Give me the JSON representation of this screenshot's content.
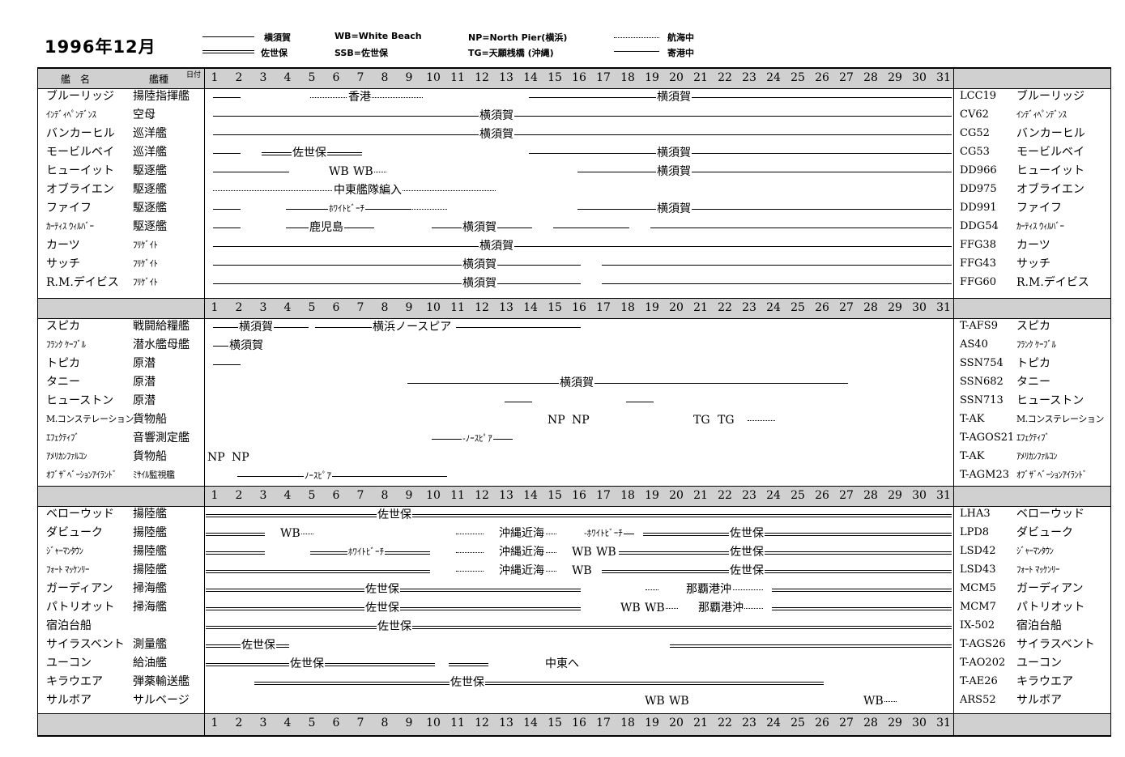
{
  "title": "1996年12月",
  "legend": [
    {
      "text": "横須賀",
      "style": "solid"
    },
    {
      "text": "佐世保",
      "style": "double"
    },
    {
      "text": "WB=White Beach",
      "style": "none"
    },
    {
      "text": "SSB=佐世保",
      "style": "none"
    },
    {
      "text": "NP=North Pier(横浜)",
      "style": "none"
    },
    {
      "text": "TG=天願桟橋 (沖縄)",
      "style": "none"
    },
    {
      "text": "航海中",
      "style": "dotted"
    },
    {
      "text": "寄港中",
      "style": "solid"
    }
  ],
  "header": {
    "name": "艦　名",
    "type": "艦種",
    "day": "日付"
  },
  "days": [
    "1",
    "2",
    "3",
    "4",
    "5",
    "6",
    "7",
    "8",
    "9",
    "10",
    "11",
    "12",
    "13",
    "14",
    "15",
    "16",
    "17",
    "18",
    "19",
    "20",
    "21",
    "22",
    "23",
    "24",
    "25",
    "26",
    "27",
    "28",
    "29",
    "30",
    "31"
  ],
  "groups": [
    {
      "rows": [
        {
          "name": "ブルーリッジ",
          "type": "揚陸指揮艦",
          "hull": "LCC19",
          "rname": "ブルーリッジ",
          "segs": [
            {
              "a": 1,
              "b": 2,
              "s": "solid"
            },
            {
              "a": 5,
              "b": 9.5,
              "s": "dotted"
            },
            {
              "a": 14,
              "b": 31.5,
              "s": "solid"
            }
          ],
          "labels": [
            {
              "t": "香港",
              "d": 6.8
            },
            {
              "t": "横須賀",
              "d": 19.5
            }
          ]
        },
        {
          "name": "ｲﾝﾃﾞｨﾍﾟﾝﾃﾞﾝｽ",
          "type": "空母",
          "hull": "CV62",
          "rname": "ｲﾝﾃﾞｨﾍﾟﾝﾃﾞﾝｽ",
          "small": true,
          "segs": [
            {
              "a": 1,
              "b": 31.5,
              "s": "solid"
            }
          ],
          "labels": [
            {
              "t": "横須賀",
              "d": 12.2
            }
          ]
        },
        {
          "name": "バンカーヒル",
          "type": "巡洋艦",
          "hull": "CG52",
          "rname": "バンカーヒル",
          "segs": [
            {
              "a": 1,
              "b": 31.5,
              "s": "solid"
            }
          ],
          "labels": [
            {
              "t": "横須賀",
              "d": 12.2
            }
          ]
        },
        {
          "name": "モービルベイ",
          "type": "巡洋艦",
          "hull": "CG53",
          "rname": "モービルベイ",
          "segs": [
            {
              "a": 1,
              "b": 2,
              "s": "solid"
            },
            {
              "a": 3,
              "b": 7,
              "s": "double"
            },
            {
              "a": 14,
              "b": 31.5,
              "s": "solid"
            }
          ],
          "labels": [
            {
              "t": "佐世保",
              "d": 4.5
            },
            {
              "t": "横須賀",
              "d": 19.5
            }
          ]
        },
        {
          "name": "ヒューイット",
          "type": "駆逐艦",
          "hull": "DD966",
          "rname": "ヒューイット",
          "segs": [
            {
              "a": 1,
              "b": 4,
              "s": "solid"
            },
            {
              "a": 7.5,
              "b": 8,
              "s": "dotted"
            },
            {
              "a": 16,
              "b": 31.5,
              "s": "solid"
            }
          ],
          "labels": [
            {
              "t": "WB",
              "d": 6
            },
            {
              "t": "WB",
              "d": 7
            },
            {
              "t": "横須賀",
              "d": 19.5
            }
          ]
        },
        {
          "name": "オブライエン",
          "type": "駆逐艦",
          "hull": "DD975",
          "rname": "オブライエン",
          "segs": [
            {
              "a": 1,
              "b": 12.5,
              "s": "dotted"
            }
          ],
          "labels": [
            {
              "t": "中東艦隊編入",
              "d": 6.2
            }
          ]
        },
        {
          "name": "ファイフ",
          "type": "駆逐艦",
          "hull": "DD991",
          "rname": "ファイフ",
          "segs": [
            {
              "a": 1,
              "b": 2,
              "s": "solid"
            },
            {
              "a": 4,
              "b": 9,
              "s": "solid"
            },
            {
              "a": 9,
              "b": 10.5,
              "s": "dotted"
            },
            {
              "a": 16,
              "b": 31.5,
              "s": "solid"
            }
          ],
          "labels": [
            {
              "t": "ﾎﾜｲﾄﾋﾞｰﾁ",
              "d": 6,
              "sm": true
            },
            {
              "t": "横須賀",
              "d": 19.5
            }
          ]
        },
        {
          "name": "ｶｰﾃｨｽ ｳｨﾙﾊﾞｰ",
          "type": "駆逐艦",
          "hull": "DDG54",
          "rname": "ｶｰﾃｨｽ ｳｨﾙﾊﾞｰ",
          "small": true,
          "segs": [
            {
              "a": 1,
              "b": 2,
              "s": "solid"
            },
            {
              "a": 4,
              "b": 7.5,
              "s": "solid"
            },
            {
              "a": 10,
              "b": 14,
              "s": "solid"
            },
            {
              "a": 15,
              "b": 18,
              "s": "solid"
            },
            {
              "a": 19,
              "b": 31.5,
              "s": "solid"
            }
          ],
          "labels": [
            {
              "t": "鹿児島",
              "d": 5.2
            },
            {
              "t": "横須賀",
              "d": 11.5
            }
          ]
        },
        {
          "name": "カーツ",
          "type": "ﾌﾘｹﾞｲﾄ",
          "hull": "FFG38",
          "rname": "カーツ",
          "tsmall": true,
          "segs": [
            {
              "a": 1,
              "b": 31.5,
              "s": "solid"
            }
          ],
          "labels": [
            {
              "t": "横須賀",
              "d": 12.2
            }
          ]
        },
        {
          "name": "サッチ",
          "type": "ﾌﾘｹﾞｲﾄ",
          "hull": "FFG43",
          "rname": "サッチ",
          "tsmall": true,
          "segs": [
            {
              "a": 1,
              "b": 16,
              "s": "solid"
            },
            {
              "a": 17,
              "b": 31.5,
              "s": "solid"
            }
          ],
          "labels": [
            {
              "t": "横須賀",
              "d": 11.5
            }
          ]
        },
        {
          "name": "R.M.デイビス",
          "type": "ﾌﾘｹﾞｲﾄ",
          "hull": "FFG60",
          "rname": "R.M.デイビス",
          "tsmall": true,
          "segs": [
            {
              "a": 1,
              "b": 16,
              "s": "solid"
            },
            {
              "a": 17,
              "b": 31.5,
              "s": "solid"
            }
          ],
          "labels": [
            {
              "t": "横須賀",
              "d": 11.5
            }
          ]
        }
      ]
    },
    {
      "rows": [
        {
          "name": "スピカ",
          "type": "戦闘給糧艦",
          "hull": "T-AFS9",
          "rname": "スピカ",
          "segs": [
            {
              "a": 1,
              "b": 4.8,
              "s": "solid"
            },
            {
              "a": 5.2,
              "b": 10.5,
              "s": "solid"
            },
            {
              "a": 11,
              "b": 16,
              "s": "solid"
            }
          ],
          "labels": [
            {
              "t": "横須賀",
              "d": 2.3
            },
            {
              "t": "横浜ノースピア",
              "d": 7.8
            }
          ]
        },
        {
          "name": "ﾌﾗﾝｸ ｹｰﾌﾞﾙ",
          "type": "潜水艦母艦",
          "hull": "AS40",
          "rname": "ﾌﾗﾝｸ ｹｰﾌﾞﾙ",
          "small": true,
          "segs": [
            {
              "a": 1,
              "b": 2.8,
              "s": "solid"
            }
          ],
          "labels": [
            {
              "t": "横須賀",
              "d": 1.9
            }
          ]
        },
        {
          "name": "トピカ",
          "type": "原潜",
          "hull": "SSN754",
          "rname": "トピカ",
          "segs": [
            {
              "a": 1,
              "b": 2,
              "s": "solid"
            }
          ],
          "labels": []
        },
        {
          "name": "タニー",
          "type": "原潜",
          "hull": "SSN682",
          "rname": "タニー",
          "segs": [
            {
              "a": 9,
              "b": 27,
              "s": "solid"
            }
          ],
          "labels": [
            {
              "t": "横須賀",
              "d": 15.5
            }
          ]
        },
        {
          "name": "ヒューストン",
          "type": "原潜",
          "hull": "SSN713",
          "rname": "ヒューストン",
          "segs": [
            {
              "a": 13,
              "b": 14,
              "s": "solid"
            },
            {
              "a": 18,
              "b": 19,
              "s": "solid"
            }
          ],
          "labels": []
        },
        {
          "name": "M.コンステレーション",
          "type": "貨物船",
          "hull": "T-AK",
          "rname": "M.コンステレーション",
          "small": true,
          "segs": [
            {
              "a": 23,
              "b": 24,
              "s": "dotted"
            }
          ],
          "labels": [
            {
              "t": "NP",
              "d": 15
            },
            {
              "t": "NP",
              "d": 16
            },
            {
              "t": "TG",
              "d": 21
            },
            {
              "t": "TG",
              "d": 22
            }
          ]
        },
        {
          "name": "ｴﾌｪｸﾃｨﾌﾞ",
          "type": "音響測定艦",
          "hull": "T-AGOS21",
          "rname": "ｴﾌｪｸﾃｨﾌﾞ",
          "small": true,
          "segs": [
            {
              "a": 10,
              "b": 12,
              "s": "solid"
            },
            {
              "a": 12.5,
              "b": 13.2,
              "s": "solid"
            }
          ],
          "labels": [
            {
              "t": "-ﾉｰｽﾋﾟｱ",
              "d": 11.5,
              "sm": true
            }
          ]
        },
        {
          "name": "ｱﾒﾘｶﾝﾌｧﾙｺﾝ",
          "type": "貨物船",
          "hull": "T-AK",
          "rname": "ｱﾒﾘｶﾝﾌｧﾙｺﾝ",
          "small": true,
          "segs": [],
          "labels": [
            {
              "t": "NP",
              "d": 1
            },
            {
              "t": "NP",
              "d": 2
            }
          ]
        },
        {
          "name": "ｵﾌﾞｻﾞﾍﾞｰｼｮﾝｱｲﾗﾝﾄﾞ",
          "type": "ﾐｻｲﾙ監視艦",
          "hull": "T-AGM23",
          "rname": "ｵﾌﾞｻﾞﾍﾞｰｼｮﾝｱｲﾗﾝﾄﾞ",
          "small": true,
          "tsmall": true,
          "segs": [
            {
              "a": 2,
              "b": 10.5,
              "s": "solid"
            }
          ],
          "labels": [
            {
              "t": "ﾉｰｽﾋﾟｱ",
              "d": 5,
              "sm": true
            }
          ]
        }
      ]
    },
    {
      "rows": [
        {
          "name": "ベローウッド",
          "type": "揚陸艦",
          "hull": "LHA3",
          "rname": "ベローウッド",
          "segs": [
            {
              "a": 0.7,
              "b": 31.5,
              "s": "double"
            }
          ],
          "labels": [
            {
              "t": "佐世保",
              "d": 8
            }
          ]
        },
        {
          "name": "ダビューク",
          "type": "揚陸艦",
          "hull": "LPD8",
          "rname": "ダビューク",
          "segs": [
            {
              "a": 0.7,
              "b": 3,
              "s": "double"
            },
            {
              "a": 4.5,
              "b": 5,
              "s": "dotted"
            },
            {
              "a": 11,
              "b": 12,
              "s": "dotted"
            },
            {
              "a": 14,
              "b": 15,
              "s": "dotted"
            },
            {
              "a": 17.8,
              "b": 18.2,
              "s": "solid"
            },
            {
              "a": 18.7,
              "b": 31.5,
              "s": "double"
            }
          ],
          "labels": [
            {
              "t": "WB",
              "d": 4
            },
            {
              "t": "沖縄近海",
              "d": 13
            },
            {
              "t": "-ﾎﾜｲﾄﾋﾞｰﾁ",
              "d": 16.5,
              "sm": true
            },
            {
              "t": "佐世保",
              "d": 22.5
            }
          ]
        },
        {
          "name": "ｼﾞｬｰﾏﾝﾀｳﾝ",
          "type": "揚陸艦",
          "hull": "LSD42",
          "rname": "ｼﾞｬｰﾏﾝﾀｳﾝ",
          "small": true,
          "segs": [
            {
              "a": 0.7,
              "b": 3,
              "s": "double"
            },
            {
              "a": 5,
              "b": 9.8,
              "s": "double"
            },
            {
              "a": 11,
              "b": 12,
              "s": "dotted"
            },
            {
              "a": 14,
              "b": 15,
              "s": "dotted"
            },
            {
              "a": 17.7,
              "b": 31.5,
              "s": "double"
            }
          ],
          "labels": [
            {
              "t": "ﾎﾜｲﾄﾋﾞｰﾁ",
              "d": 6.8,
              "sm": true
            },
            {
              "t": "沖縄近海",
              "d": 13
            },
            {
              "t": "WB",
              "d": 16
            },
            {
              "t": "WB",
              "d": 17
            },
            {
              "t": "佐世保",
              "d": 22.5
            }
          ]
        },
        {
          "name": "ﾌｫｰﾄ ﾏｯｹﾝﾘｰ",
          "type": "揚陸艦",
          "hull": "LSD43",
          "rname": "ﾌｫｰﾄ ﾏｯｹﾝﾘｰ",
          "small": true,
          "segs": [
            {
              "a": 0.7,
              "b": 9.8,
              "s": "double"
            },
            {
              "a": 11,
              "b": 12,
              "s": "dotted"
            },
            {
              "a": 14,
              "b": 15,
              "s": "dotted"
            },
            {
              "a": 17,
              "b": 31.5,
              "s": "double"
            }
          ],
          "labels": [
            {
              "t": "沖縄近海",
              "d": 13
            },
            {
              "t": "WB",
              "d": 16
            },
            {
              "t": "佐世保",
              "d": 22.5
            }
          ]
        },
        {
          "name": "ガーディアン",
          "type": "掃海艦",
          "hull": "MCM5",
          "rname": "ガーディアン",
          "segs": [
            {
              "a": 0.7,
              "b": 16,
              "s": "double"
            },
            {
              "a": 18.8,
              "b": 19.2,
              "s": "dotted"
            },
            {
              "a": 21.5,
              "b": 23.5,
              "s": "dotted"
            },
            {
              "a": 24,
              "b": 31.5,
              "s": "double"
            }
          ],
          "labels": [
            {
              "t": "佐世保",
              "d": 7.5
            },
            {
              "t": "那覇港沖",
              "d": 20.7
            }
          ]
        },
        {
          "name": "パトリオット",
          "type": "掃海艦",
          "hull": "MCM7",
          "rname": "パトリオット",
          "segs": [
            {
              "a": 0.7,
              "b": 16,
              "s": "double"
            },
            {
              "a": 19.5,
              "b": 20,
              "s": "dotted"
            },
            {
              "a": 22,
              "b": 23.5,
              "s": "dotted"
            },
            {
              "a": 24,
              "b": 31.5,
              "s": "double"
            }
          ],
          "labels": [
            {
              "t": "佐世保",
              "d": 7.5
            },
            {
              "t": "WB",
              "d": 18
            },
            {
              "t": "WB",
              "d": 19
            },
            {
              "t": "那覇港沖",
              "d": 21.2
            }
          ]
        },
        {
          "name": "宿泊台船",
          "type": "",
          "hull": "IX-502",
          "rname": "宿泊台船",
          "segs": [
            {
              "a": 0.7,
              "b": 31.5,
              "s": "double"
            }
          ],
          "labels": [
            {
              "t": "佐世保",
              "d": 8
            }
          ]
        },
        {
          "name": "サイラスベント",
          "type": "測量艦",
          "hull": "T-AGS26",
          "rname": "サイラスベント",
          "segs": [
            {
              "a": 0.7,
              "b": 4,
              "s": "double"
            },
            {
              "a": 19.8,
              "b": 31.5,
              "s": "double"
            }
          ],
          "labels": [
            {
              "t": "佐世保",
              "d": 2.4
            }
          ]
        },
        {
          "name": "ユーコン",
          "type": "給油艦",
          "hull": "T-AO202",
          "rname": "ユーコン",
          "segs": [
            {
              "a": 0.7,
              "b": 10,
              "s": "double"
            },
            {
              "a": 10.7,
              "b": 12.2,
              "s": "double"
            }
          ],
          "labels": [
            {
              "t": "佐世保",
              "d": 4.4
            },
            {
              "t": "中東へ",
              "d": 14.9
            }
          ]
        },
        {
          "name": "キラウエア",
          "type": "弾薬輸送艦",
          "hull": "T-AE26",
          "rname": "キラウエア",
          "segs": [
            {
              "a": 2.7,
              "b": 26,
              "s": "double"
            }
          ],
          "labels": [
            {
              "t": "佐世保",
              "d": 11
            }
          ]
        },
        {
          "name": "サルボア",
          "type": "サルベージ",
          "hull": "ARS52",
          "rname": "サルボア",
          "segs": [
            {
              "a": 28.5,
              "b": 29,
              "s": "dotted"
            }
          ],
          "labels": [
            {
              "t": "WB",
              "d": 19
            },
            {
              "t": "WB",
              "d": 20
            },
            {
              "t": "WB",
              "d": 28
            }
          ]
        }
      ]
    }
  ]
}
